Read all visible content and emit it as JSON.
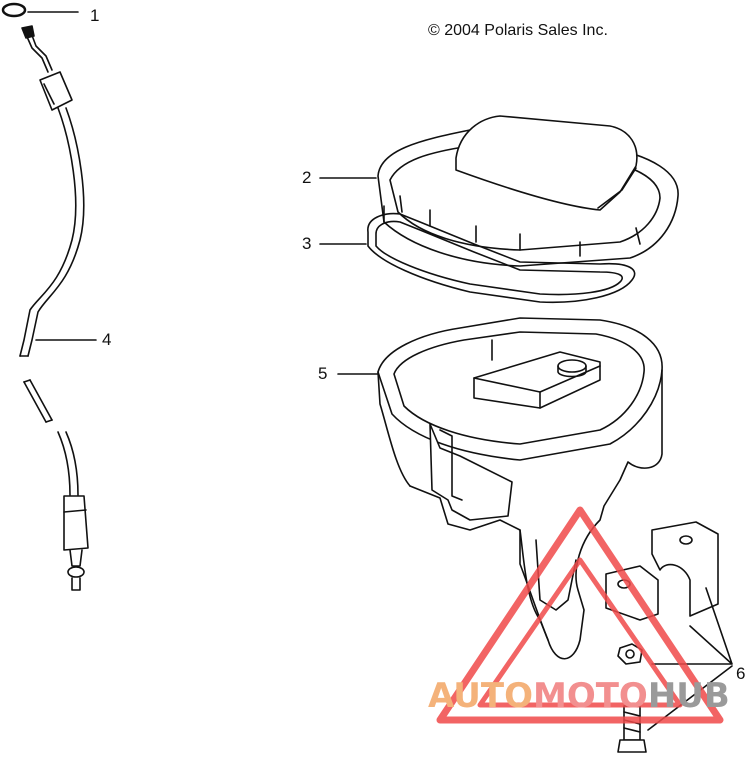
{
  "copyright": "© 2004 Polaris Sales Inc.",
  "callouts": [
    "1",
    "2",
    "3",
    "4",
    "5",
    "6"
  ],
  "watermark": {
    "part1": "AUTO",
    "part2": "MOTO",
    "part3": "HUB"
  },
  "colors": {
    "line": "#111111",
    "watermark_red": "#f04a4a",
    "watermark_orange": "#f4b27a",
    "watermark_gray": "#9a9a9a"
  }
}
